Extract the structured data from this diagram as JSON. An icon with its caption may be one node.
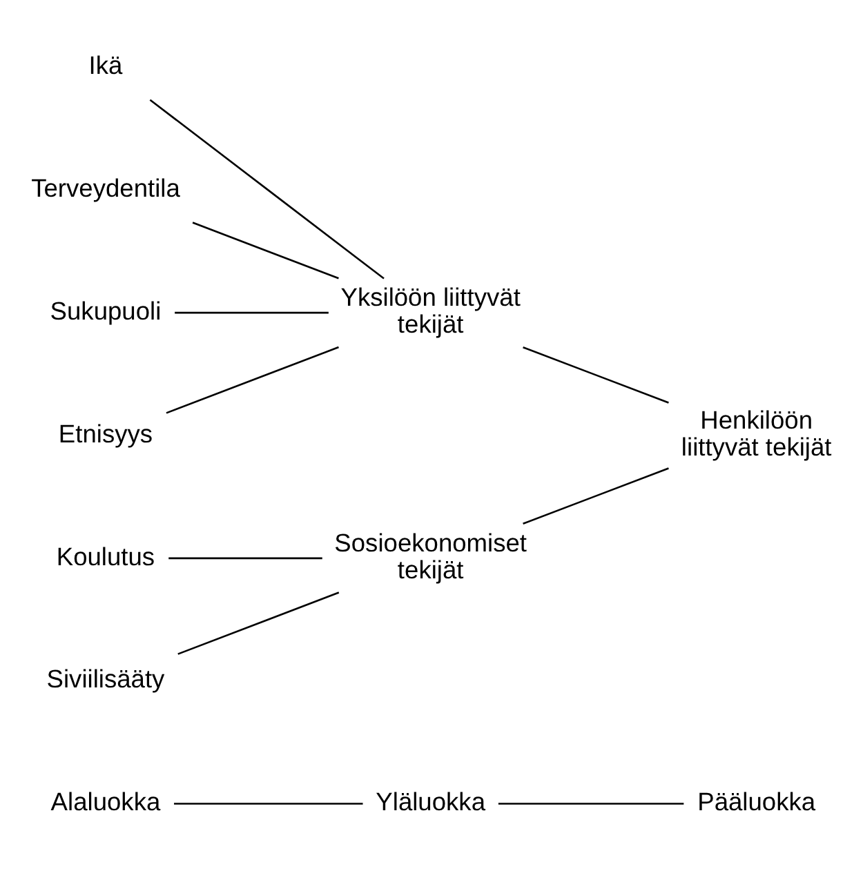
{
  "diagram": {
    "nodes": [
      {
        "text": [
          "Alaluokka"
        ]
      },
      {
        "text": [
          "Yläluokka"
        ]
      },
      {
        "text": [
          "Pääluokka"
        ]
      },
      {
        "text": [
          "Ikä"
        ]
      },
      {
        "text": [
          "Terveydentila"
        ]
      },
      {
        "text": [
          "Sukupuoli"
        ]
      },
      {
        "text": [
          "Etnisyys"
        ]
      },
      {
        "text": [
          "Yksilöön liittyvät tekijät"
        ]
      },
      {
        "text": [
          "Koulutus"
        ]
      },
      {
        "text": [
          "Siviilisääty"
        ]
      },
      {
        "text": [
          "Sosioekonomiset tekijät"
        ]
      },
      {
        "text": [
          "Henkilöön liittyvät tekijät"
        ]
      }
    ],
    "edges": [
      {
        "from": 0,
        "to": 1,
        "arrow": "none"
      },
      {
        "from": 1,
        "to": 2,
        "arrow": "none"
      },
      {
        "from": 3,
        "to": 7,
        "arrow": "none"
      },
      {
        "from": 4,
        "to": 7,
        "arrow": "none"
      },
      {
        "from": 5,
        "to": 7,
        "arrow": "none"
      },
      {
        "from": 6,
        "to": 7,
        "arrow": "none"
      },
      {
        "from": 8,
        "to": 10,
        "arrow": "none"
      },
      {
        "from": 9,
        "to": 10,
        "arrow": "none"
      },
      {
        "from": 7,
        "to": 11,
        "arrow": "none"
      },
      {
        "from": 10,
        "to": 11,
        "arrow": "none"
      }
    ]
  }
}
